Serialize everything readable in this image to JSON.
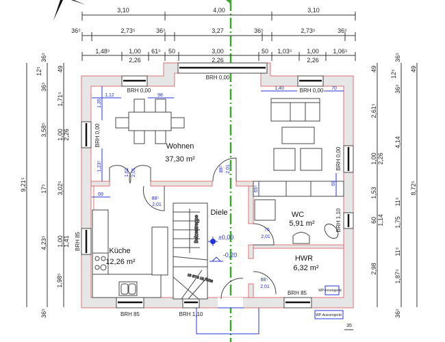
{
  "top_dims": {
    "row1": [
      "3,10",
      "4,00",
      "3,10"
    ],
    "row2": [
      "36⁵",
      "2,73⁵",
      "36⁵",
      "3,27",
      "36⁵",
      "2,73⁵",
      "36⁵"
    ],
    "row3": [
      "1,48⁵",
      "1,00",
      "2,26",
      "61⁵",
      "50",
      "3,00",
      "2,26",
      "50",
      "1,03⁵",
      "1,00",
      "2,26",
      "1,06⁵"
    ]
  },
  "left_dims": [
    "9,21⁵",
    "36⁵",
    "12⁵",
    "36⁵",
    "3,58⁵",
    "17⁵",
    "4,23⁵",
    "1,98⁵",
    "36⁵",
    "49",
    "1,71⁵",
    "1,00",
    "2,26",
    "3,02⁵",
    "1,00",
    "1,41"
  ],
  "right_dims": [
    "49",
    "2,61⁵",
    "1,00",
    "2,26",
    "1,53",
    "60",
    "1,14",
    "2,98",
    "36⁵",
    "12⁵",
    "36⁵",
    "4,14",
    "11⁵",
    "1,75",
    "11⁵",
    "1,87⁵",
    "36⁵",
    "49",
    "8,72⁵"
  ],
  "rooms": {
    "wohnen": {
      "name": "Wohnen",
      "area": "37,30 m²"
    },
    "kueche": {
      "name": "Küche",
      "area": "12,26 m²"
    },
    "diele": {
      "name": "Diele"
    },
    "wc": {
      "name": "WC",
      "area": "5,91 m²"
    },
    "hwr": {
      "name": "HWR",
      "area": "6,32 m²"
    }
  },
  "windows": {
    "w_top_left": "BRH 0,00",
    "w_top_center": "BRH 0,00",
    "w_top_right": "BRH 0,00",
    "w_left_upper": "BRH 0,00",
    "w_right_upper": "BRH 0,00",
    "w_kitchen_left": "BRH 85",
    "w_kitchen_bottom": "BRH 85",
    "w_stair_bottom": "BRH 1,10",
    "w_wc": "BRH 1,10",
    "w_hwr": "BRH 85"
  },
  "blue_dims": [
    "1,12",
    "1,35",
    "98",
    "1,23⁵",
    "1,40",
    "70",
    "69",
    "55⁵",
    "69"
  ],
  "doors": {
    "double": [
      "1,61",
      "2,01"
    ],
    "wohnen_right": [
      "88⁵",
      "2,01"
    ],
    "kueche": [
      "88⁵",
      "2,01"
    ],
    "wc": [
      "76",
      "2,01"
    ],
    "hwr": [
      "88⁵",
      "2,01"
    ]
  },
  "stair": {
    "label": "Bolzentreppe",
    "steps": "16 STG 18,75/26"
  },
  "levels": {
    "floor": "±0,00",
    "entry": "-0,20"
  },
  "equipment": {
    "indoor": "WP-Innengerät",
    "outdoor": "WP-Aussengerät",
    "offset": "35"
  },
  "colors": {
    "axis": "#3aa62a",
    "wall_outline": "#e07070",
    "dim_blue": "#2233dd"
  }
}
